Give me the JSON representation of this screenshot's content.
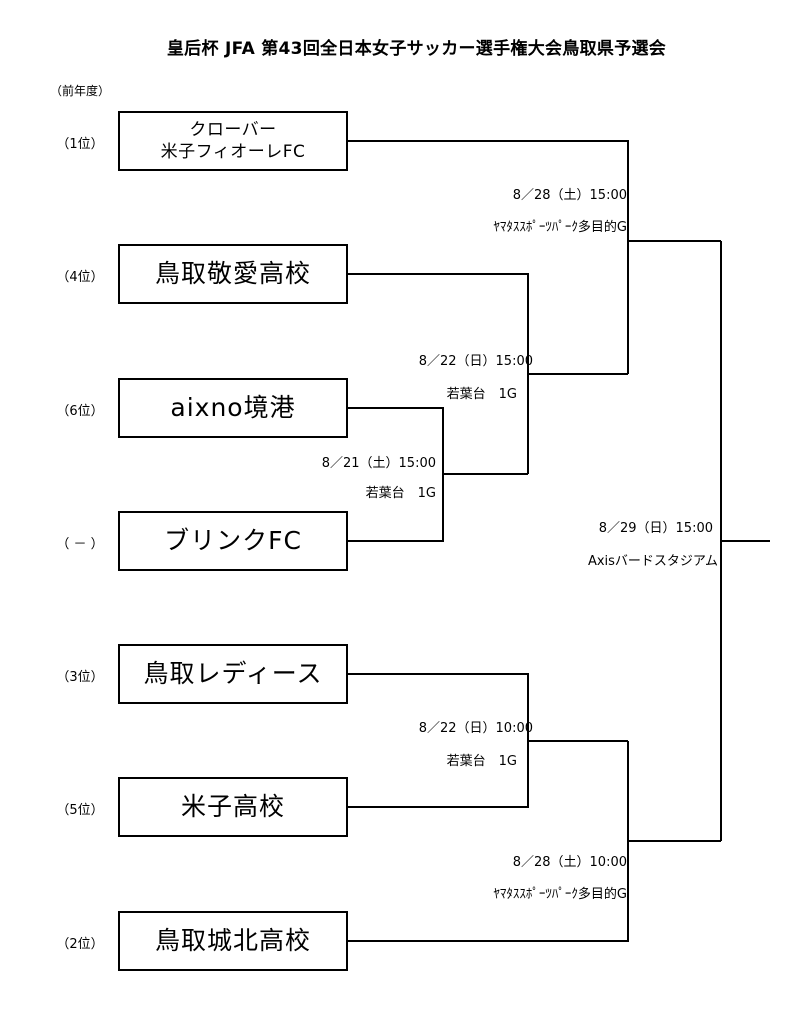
{
  "title": "皇后杯 JFA 第43回全日本女子サッカー選手権大会鳥取県予選会",
  "prev_header": "（前年度）",
  "teams": [
    {
      "rank": "（1位）",
      "name": "クローバー\n米子フィオーレFC"
    },
    {
      "rank": "（4位）",
      "name": "鳥取敬愛高校"
    },
    {
      "rank": "（6位）",
      "name": "aixno境港"
    },
    {
      "rank": "（ － ）",
      "name": "ブリンクFC"
    },
    {
      "rank": "（3位）",
      "name": "鳥取レディース"
    },
    {
      "rank": "（5位）",
      "name": "米子高校"
    },
    {
      "rank": "（2位）",
      "name": "鳥取城北高校"
    }
  ],
  "matches": [
    {
      "time": "8／21（土）15:00",
      "venue": "若葉台　1G"
    },
    {
      "time": "8／22（日）15:00",
      "venue": "若葉台　1G"
    },
    {
      "time": "8／28（土）15:00",
      "venue": "ﾔﾏﾀｽｽﾎﾟｰﾂﾊﾟｰｸ多目的G"
    },
    {
      "time": "8／22（日）10:00",
      "venue": "若葉台　1G"
    },
    {
      "time": "8／28（土）10:00",
      "venue": "ﾔﾏﾀｽｽﾎﾟｰﾂﾊﾟｰｸ多目的G"
    },
    {
      "time": "8／29（日）15:00",
      "venue": "Axisバードスタジアム"
    }
  ]
}
